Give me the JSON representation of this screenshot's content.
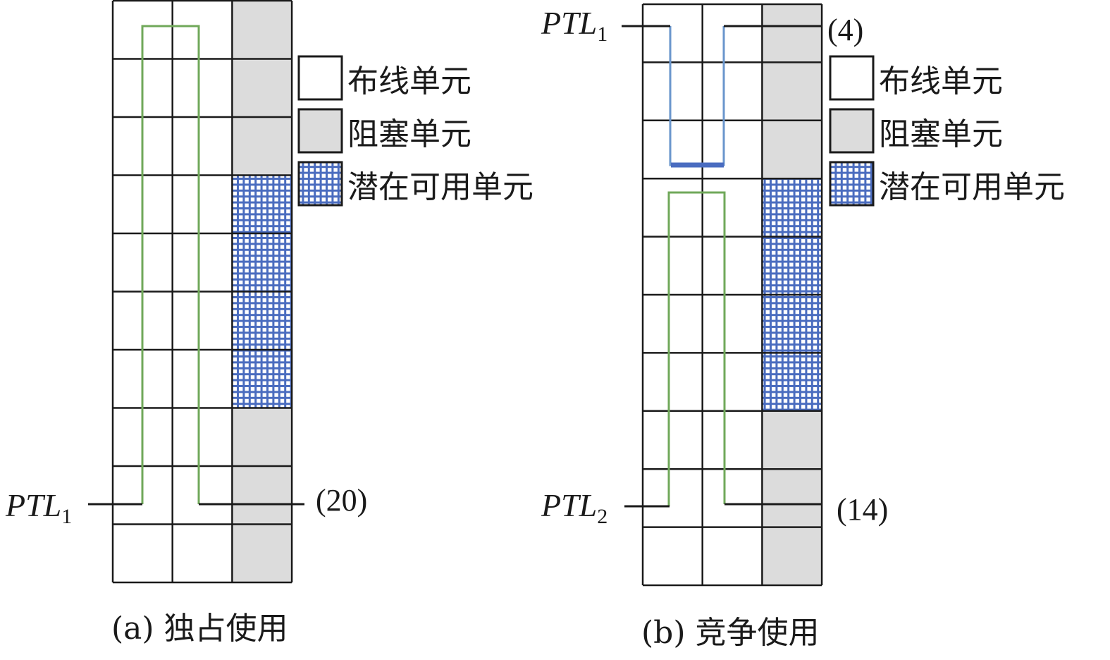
{
  "colors": {
    "grid_line": "#1a1a1a",
    "blocked_fill": "#dcdcdc",
    "potential_hatch": "#4a6cbf",
    "route_green": "#70a85a",
    "route_blue": "#6a96cc",
    "route_blue_bold": "#4a6cc0"
  },
  "legend": {
    "items": [
      {
        "type": "routing",
        "label": "布线单元"
      },
      {
        "type": "blocked",
        "label": "阻塞单元"
      },
      {
        "type": "potential",
        "label": "潜在可用单元"
      }
    ]
  },
  "panels": [
    {
      "id": "a",
      "caption": "(a)  独占使用",
      "grid": {
        "rows": 10,
        "cols": 3,
        "cell_types_by_row": [
          [
            "routing",
            "routing",
            "blocked"
          ],
          [
            "routing",
            "routing",
            "blocked"
          ],
          [
            "routing",
            "routing",
            "blocked"
          ],
          [
            "routing",
            "routing",
            "potential"
          ],
          [
            "routing",
            "routing",
            "potential"
          ],
          [
            "routing",
            "routing",
            "potential"
          ],
          [
            "routing",
            "routing",
            "potential"
          ],
          [
            "routing",
            "routing",
            "blocked"
          ],
          [
            "routing",
            "routing",
            "blocked"
          ],
          [
            "routing",
            "routing",
            "blocked"
          ]
        ]
      },
      "nets": [
        {
          "name": "PTL",
          "subscript": "1",
          "length_label": "(20)",
          "color": "green"
        }
      ]
    },
    {
      "id": "b",
      "caption": "(b)  竞争使用",
      "grid": {
        "rows": 10,
        "cols": 3,
        "cell_types_by_row": [
          [
            "routing",
            "routing",
            "blocked"
          ],
          [
            "routing",
            "routing",
            "blocked"
          ],
          [
            "routing",
            "routing",
            "blocked"
          ],
          [
            "routing",
            "routing",
            "potential"
          ],
          [
            "routing",
            "routing",
            "potential"
          ],
          [
            "routing",
            "routing",
            "potential"
          ],
          [
            "routing",
            "routing",
            "potential"
          ],
          [
            "routing",
            "routing",
            "blocked"
          ],
          [
            "routing",
            "routing",
            "blocked"
          ],
          [
            "routing",
            "routing",
            "blocked"
          ]
        ]
      },
      "nets": [
        {
          "name": "PTL",
          "subscript": "1",
          "length_label": "(4)",
          "color": "blue"
        },
        {
          "name": "PTL",
          "subscript": "2",
          "length_label": "(14)",
          "color": "green"
        }
      ]
    }
  ]
}
